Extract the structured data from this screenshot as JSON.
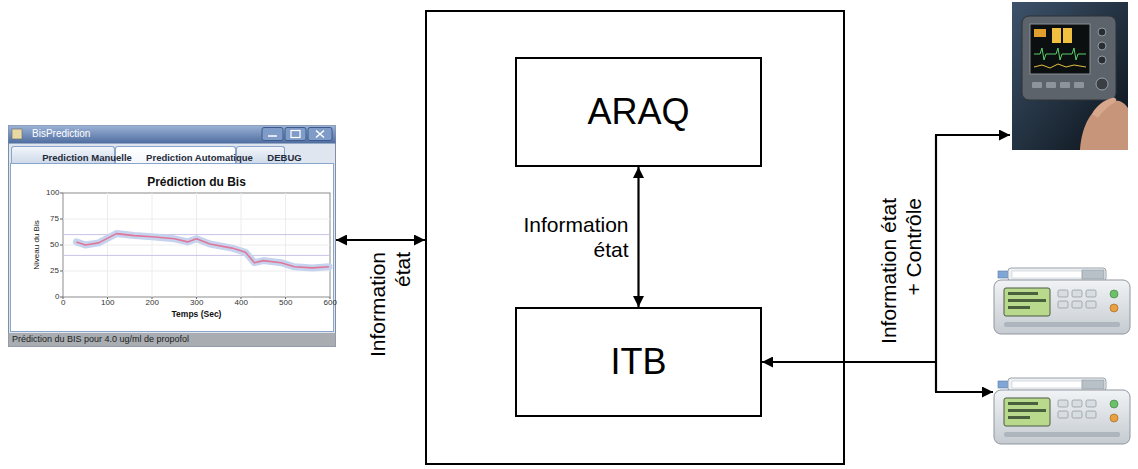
{
  "diagram": {
    "nodes": [
      {
        "text": [
          "BisPrediction",
          "Prédiction du Bis",
          "Niveau du Bis",
          "Temps (Sec)",
          "Prédiction du BIS pour 4.0 ug/ml de propofol"
        ]
      },
      {
        "text": [
          "Prediction Manuelle"
        ],
        "in": 0
      },
      {
        "text": [
          "Prediction Automatique"
        ],
        "in": 0
      },
      {
        "text": [
          "DEBUG"
        ],
        "in": 0
      },
      {
        "text": []
      },
      {
        "text": [
          "ARAQ"
        ],
        "in": 4
      },
      {
        "text": [
          "ITB"
        ],
        "in": 4
      }
    ],
    "edges": [
      {
        "from": 0,
        "to": 4,
        "arrow": "both",
        "label": "Information état"
      },
      {
        "from": 5,
        "to": 6,
        "arrow": "both",
        "label": "Information état"
      }
    ],
    "labels": [
      "0",
      "25",
      "50",
      "75",
      "100",
      "0",
      "100",
      "200",
      "300",
      "400",
      "500",
      "600",
      "Information état + Contrôle"
    ]
  }
}
